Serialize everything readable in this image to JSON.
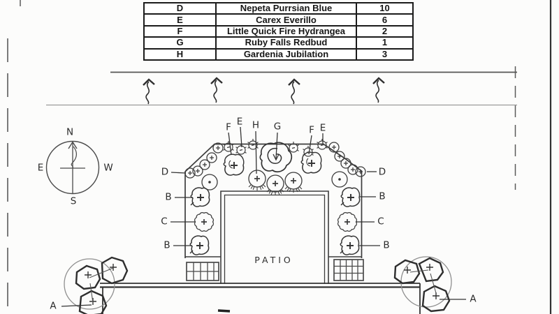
{
  "legend": {
    "rows": [
      {
        "code": "D",
        "name": "Nepeta Purrsian Blue",
        "qty": "10"
      },
      {
        "code": "E",
        "name": "Carex Everillo",
        "qty": "6"
      },
      {
        "code": "F",
        "name": "Little Quick Fire Hydrangea",
        "qty": "2"
      },
      {
        "code": "G",
        "name": "Ruby Falls Redbud",
        "qty": "1"
      },
      {
        "code": "H",
        "name": "Gardenia Jubilation",
        "qty": "3"
      }
    ]
  },
  "compass": {
    "n": "N",
    "e": "E",
    "s": "S",
    "w": "W"
  },
  "plan": {
    "patio_label": "PATIO",
    "labels": {
      "f1": "F",
      "e1": "E",
      "h1": "H",
      "g1": "G",
      "f2": "F",
      "e2": "E",
      "d_left": "D",
      "d_right": "D",
      "b_left_top": "B",
      "c_left": "C",
      "b_left_bottom": "B",
      "b_right_top": "B",
      "c_right": "C",
      "b_right_bottom": "B",
      "a_left": "A",
      "a_right": "A"
    }
  },
  "colors": {
    "ink": "#3a3a3a",
    "table_border": "#1b1b1b",
    "pencil_light": "#8f8f8f"
  }
}
